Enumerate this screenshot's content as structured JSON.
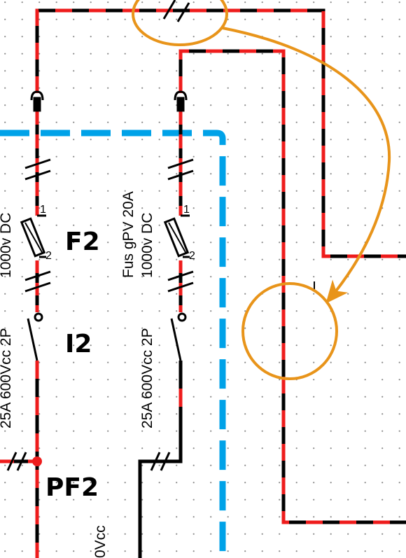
{
  "colors": {
    "wire_red": "#ee1c1c",
    "wire_black": "#000000",
    "boundary_blue": "#00a2e8",
    "annotation_orange": "#e8941a",
    "grid_dot": "#8a8a8a",
    "background": "#ffffff"
  },
  "labels": {
    "f2": "F2",
    "i2": "I2",
    "pf2": "PF2",
    "fuse_desc": "Fus gPV 20A",
    "fuse_voltage": "1000v DC",
    "fuse_voltage_left": "1000v DC",
    "switch_rating": "25A 600Vcc 2P",
    "switch_rating_left": "25A 600Vcc 2P",
    "vcc_partial": "0Vcc"
  },
  "pins": {
    "left_top": "1",
    "left_bottom": "2",
    "right_top": "1",
    "right_bottom": "2"
  },
  "icons": [
    "plug-connector-icon",
    "fuse-icon",
    "disconnect-switch-icon",
    "wire-tick-icon",
    "junction-dot-icon",
    "annotation-arrow-icon"
  ]
}
